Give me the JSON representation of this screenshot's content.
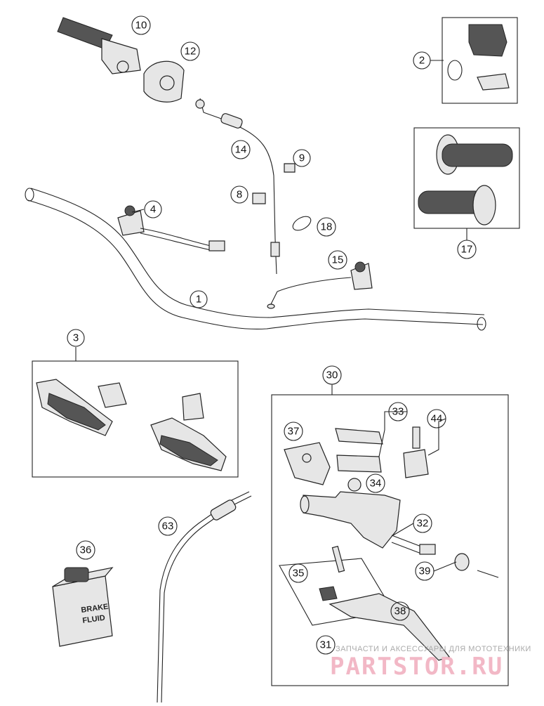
{
  "callouts": [
    "1",
    "2",
    "3",
    "4",
    "8",
    "9",
    "10",
    "12",
    "14",
    "15",
    "17",
    "18",
    "30",
    "31",
    "32",
    "33",
    "34",
    "35",
    "36",
    "37",
    "38",
    "39",
    "44",
    "63"
  ],
  "bottle": {
    "line1": "BRAKE",
    "line2": "FLUID"
  },
  "watermark": {
    "tagline": "ЗАПЧАСТИ И АКСЕССУАРЫ ДЛЯ МОТОТЕХНИКИ",
    "brand": "PARTSTOR.RU"
  },
  "colors": {
    "outline": "#222222",
    "part_fill": "#e6e6e6",
    "watermark": "#f2b8c6"
  }
}
